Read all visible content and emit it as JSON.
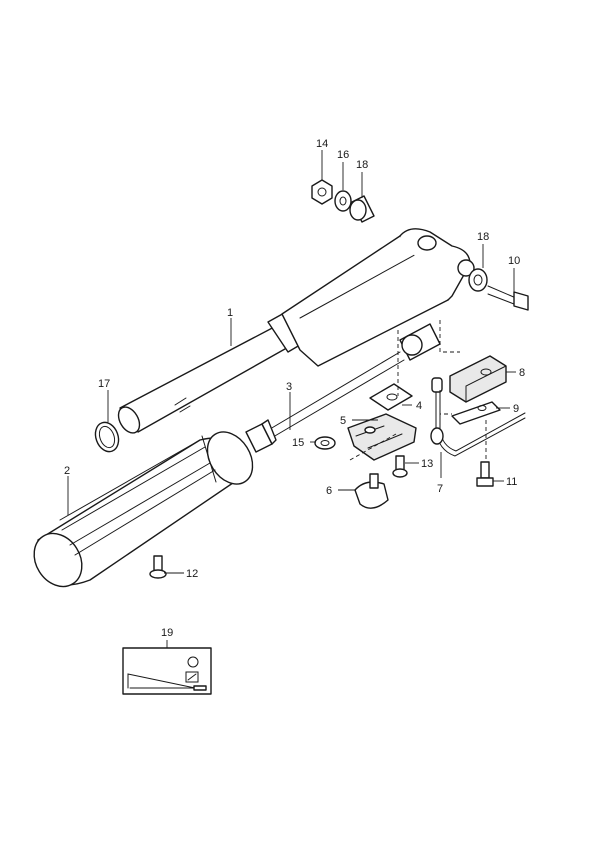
{
  "colors": {
    "line": "#1a1a1a",
    "paper": "#ffffff",
    "shade": "#e9e9e9"
  },
  "callouts": [
    {
      "id": "1",
      "label": "1"
    },
    {
      "id": "2",
      "label": "2"
    },
    {
      "id": "3",
      "label": "3"
    },
    {
      "id": "4",
      "label": "4"
    },
    {
      "id": "5",
      "label": "5"
    },
    {
      "id": "6",
      "label": "6"
    },
    {
      "id": "7",
      "label": "7"
    },
    {
      "id": "8",
      "label": "8"
    },
    {
      "id": "9",
      "label": "9"
    },
    {
      "id": "10",
      "label": "10"
    },
    {
      "id": "11",
      "label": "11"
    },
    {
      "id": "12",
      "label": "12"
    },
    {
      "id": "13",
      "label": "13"
    },
    {
      "id": "14",
      "label": "14"
    },
    {
      "id": "15",
      "label": "15"
    },
    {
      "id": "16",
      "label": "16"
    },
    {
      "id": "17",
      "label": "17"
    },
    {
      "id": "18a",
      "label": "18"
    },
    {
      "id": "18b",
      "label": "18"
    },
    {
      "id": "19",
      "label": "19"
    }
  ]
}
